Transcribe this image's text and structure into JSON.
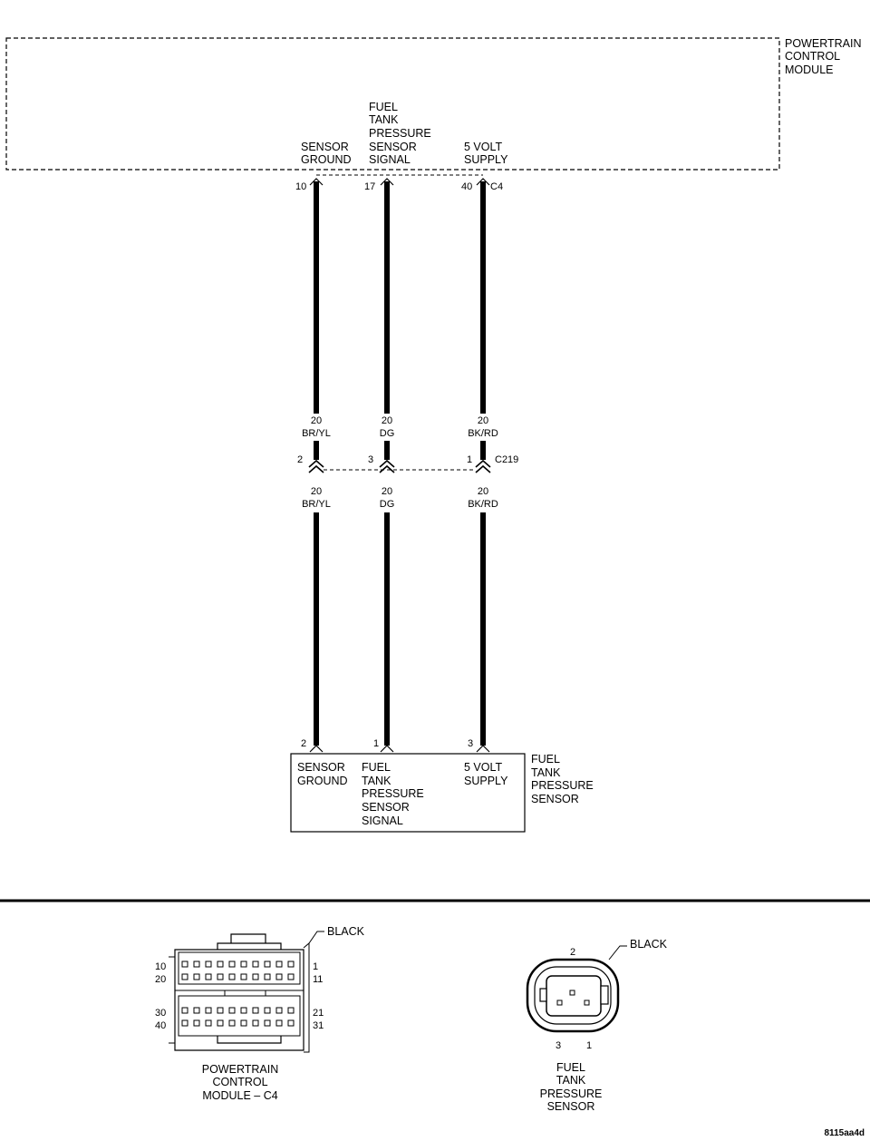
{
  "pcm": {
    "name": [
      "POWERTRAIN",
      "CONTROL",
      "MODULE"
    ],
    "connector": "C4",
    "pins": [
      {
        "label": [
          "SENSOR",
          "GROUND"
        ],
        "pin": "10"
      },
      {
        "label": [
          "FUEL",
          "TANK",
          "PRESSURE",
          "SENSOR",
          "SIGNAL"
        ],
        "pin": "17"
      },
      {
        "label": [
          "5 VOLT",
          "SUPPLY"
        ],
        "pin": "40"
      }
    ]
  },
  "wires": [
    {
      "gauge": "20",
      "color": "BR/YL",
      "c219_pin": "2",
      "sensor_pin": "2"
    },
    {
      "gauge": "20",
      "color": "DG",
      "c219_pin": "3",
      "sensor_pin": "1"
    },
    {
      "gauge": "20",
      "color": "BK/RD",
      "c219_pin": "1",
      "sensor_pin": "3"
    }
  ],
  "inline_connector": "C219",
  "sensor": {
    "name": [
      "FUEL",
      "TANK",
      "PRESSURE",
      "SENSOR"
    ],
    "pins": [
      {
        "label": [
          "SENSOR",
          "GROUND"
        ]
      },
      {
        "label": [
          "FUEL",
          "TANK",
          "PRESSURE",
          "SENSOR",
          "SIGNAL"
        ]
      },
      {
        "label": [
          "5 VOLT",
          "SUPPLY"
        ]
      }
    ]
  },
  "pcm_connector_view": {
    "color": "BLACK",
    "left_pins": [
      "10",
      "20",
      "30",
      "40"
    ],
    "right_pins": [
      "1",
      "11",
      "21",
      "31"
    ],
    "caption": [
      "POWERTRAIN",
      "CONTROL",
      "MODULE – C4"
    ]
  },
  "sensor_connector_view": {
    "color": "BLACK",
    "top_pin": "2",
    "bottom_pins": [
      "3",
      "1"
    ],
    "caption": [
      "FUEL",
      "TANK",
      "PRESSURE",
      "SENSOR"
    ]
  },
  "figure_id": "8115aa4d"
}
